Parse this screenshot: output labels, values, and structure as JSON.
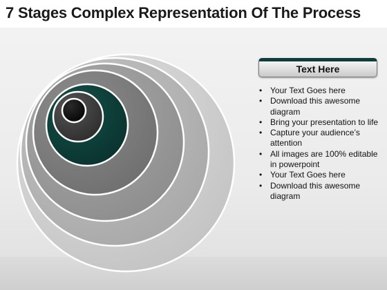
{
  "title": "7 Stages Complex Representation Of The Process",
  "panel": {
    "header": "Text Here",
    "bullets": [
      "Your Text Goes here",
      "Download this awesome diagram",
      "Bring your presentation to life",
      "Capture your audience’s attention",
      "All images are 100% editable in powerpoint",
      "Your Text Goes here",
      "Download this awesome diagram"
    ]
  },
  "diagram": {
    "stages": 7,
    "colors": {
      "stage1": "#101010",
      "stage2": "#3d3d3d",
      "stage3": "#0e3d38",
      "stage4": "#7a7a7a",
      "stage5": "#969696",
      "stage6": "#b2b2b2",
      "stage7": "#cfcfcf",
      "ring_stroke": "#ffffff",
      "header_accent": "#0f3d3a"
    }
  }
}
